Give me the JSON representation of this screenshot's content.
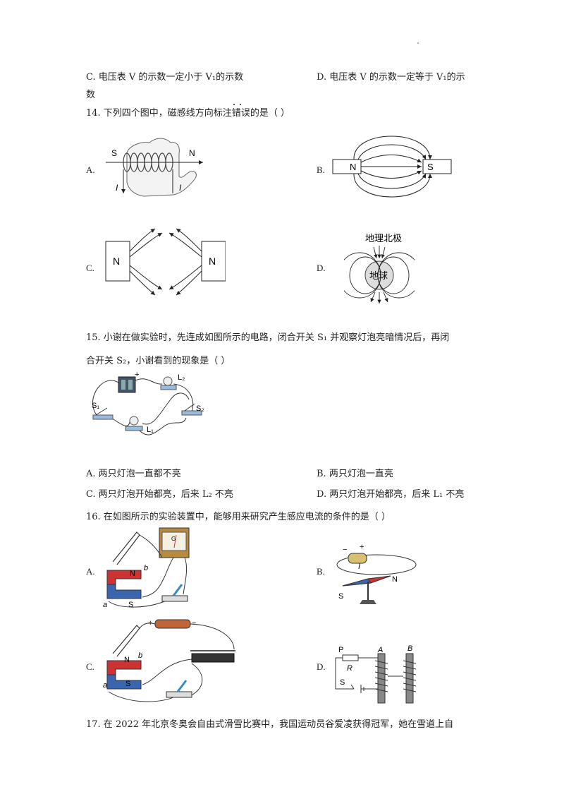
{
  "q13": {
    "optC": "C.  电压表 V 的示数一定小于 V₁的示数",
    "optD": "D.  电压表 V 的示数一定等于 V₁的示",
    "tail": "数"
  },
  "q14": {
    "stem_pre": "14. 下列四个图中，磁感线方向标注",
    "stem_emph": "错误",
    "stem_post": "的是（      ）",
    "labels": {
      "a": "A.",
      "b": "B.",
      "c": "C.",
      "d": "D."
    },
    "figA": {
      "s": "S",
      "n": "N",
      "i1": "I",
      "i2": "I"
    },
    "figB": {
      "n": "N",
      "s": "S"
    },
    "figC": {
      "n1": "N",
      "n2": "N"
    },
    "figD": {
      "top": "地理北极",
      "center": "地球"
    }
  },
  "q15": {
    "line1": "15. 小谢在做实验时，先连成如图所示的电路，闭合开关 S₁ 并观察灯泡亮暗情况后，再闭",
    "line2": "合开关 S₂，小谢看到的现象是（      ）",
    "fig": {
      "plus": "+",
      "l2": "L₂",
      "s1": "S₁",
      "s2": "S₂",
      "l1": "L₁"
    },
    "optA": "A. 两只灯泡一直都不亮",
    "optB": "B. 两只灯泡一直亮",
    "optC": "C. 两只灯泡开始都亮，后来 L₂ 不亮",
    "optD": "D. 两只灯泡开始都亮，后来 L₁ 不亮"
  },
  "q16": {
    "stem": "16. 在如图所示的实验装置中，能够用来研究产生感应电流的条件的是（      ）",
    "labels": {
      "a": "A.",
      "b": "B.",
      "c": "C.",
      "d": "D."
    },
    "figA": {
      "n": "N",
      "b": "b",
      "a": "a",
      "s": "S",
      "g": "G"
    },
    "figB": {
      "minus": "−",
      "plus": "+",
      "i": "I",
      "n": "N",
      "s": "S"
    },
    "figC": {
      "plus": "+",
      "minus": "−",
      "n": "N",
      "b": "b",
      "a": "a",
      "s": "S"
    },
    "figD": {
      "p": "P",
      "r": "R",
      "s": "S",
      "a": "A",
      "b": "B"
    }
  },
  "q17": {
    "stem": "17.  在 2022 年北京冬奥会自由式滑雪比赛中，我国运动员谷爱凌获得冠军，她在雪道上自"
  }
}
